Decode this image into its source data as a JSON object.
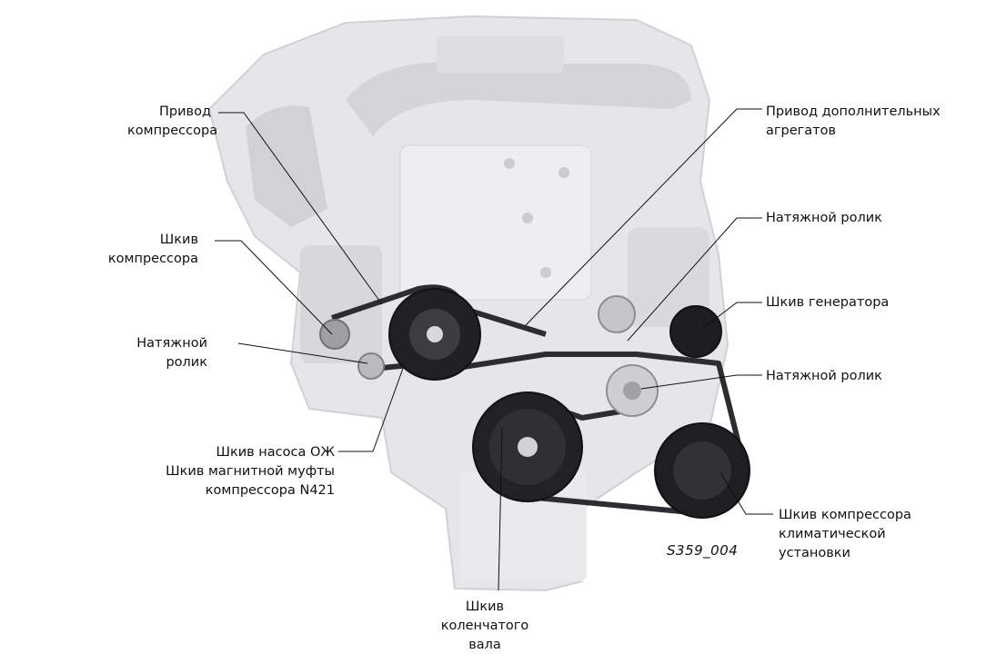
{
  "labels": {
    "compressor_drive": "Привод\nкомпрессора",
    "compressor_pulley": "Шкив\nкомпрессора",
    "tensioner_left": "Натяжной\nролик",
    "coolant_pump_pulley": "Шкив насоса ОЖ\nШкив магнитной муфты\nкомпрессора N421",
    "crankshaft_pulley": "Шкив\nколенчатого\nвала",
    "aux_drive": "Привод дополнительных\nагрегатов",
    "tensioner_top": "Натяжной ролик",
    "generator_pulley": "Шкив генератора",
    "tensioner_right": "Натяжной ролик",
    "ac_compressor_pulley": "Шкив компрессора\nклиматической\nустановки"
  },
  "figure_code": "S359_004"
}
